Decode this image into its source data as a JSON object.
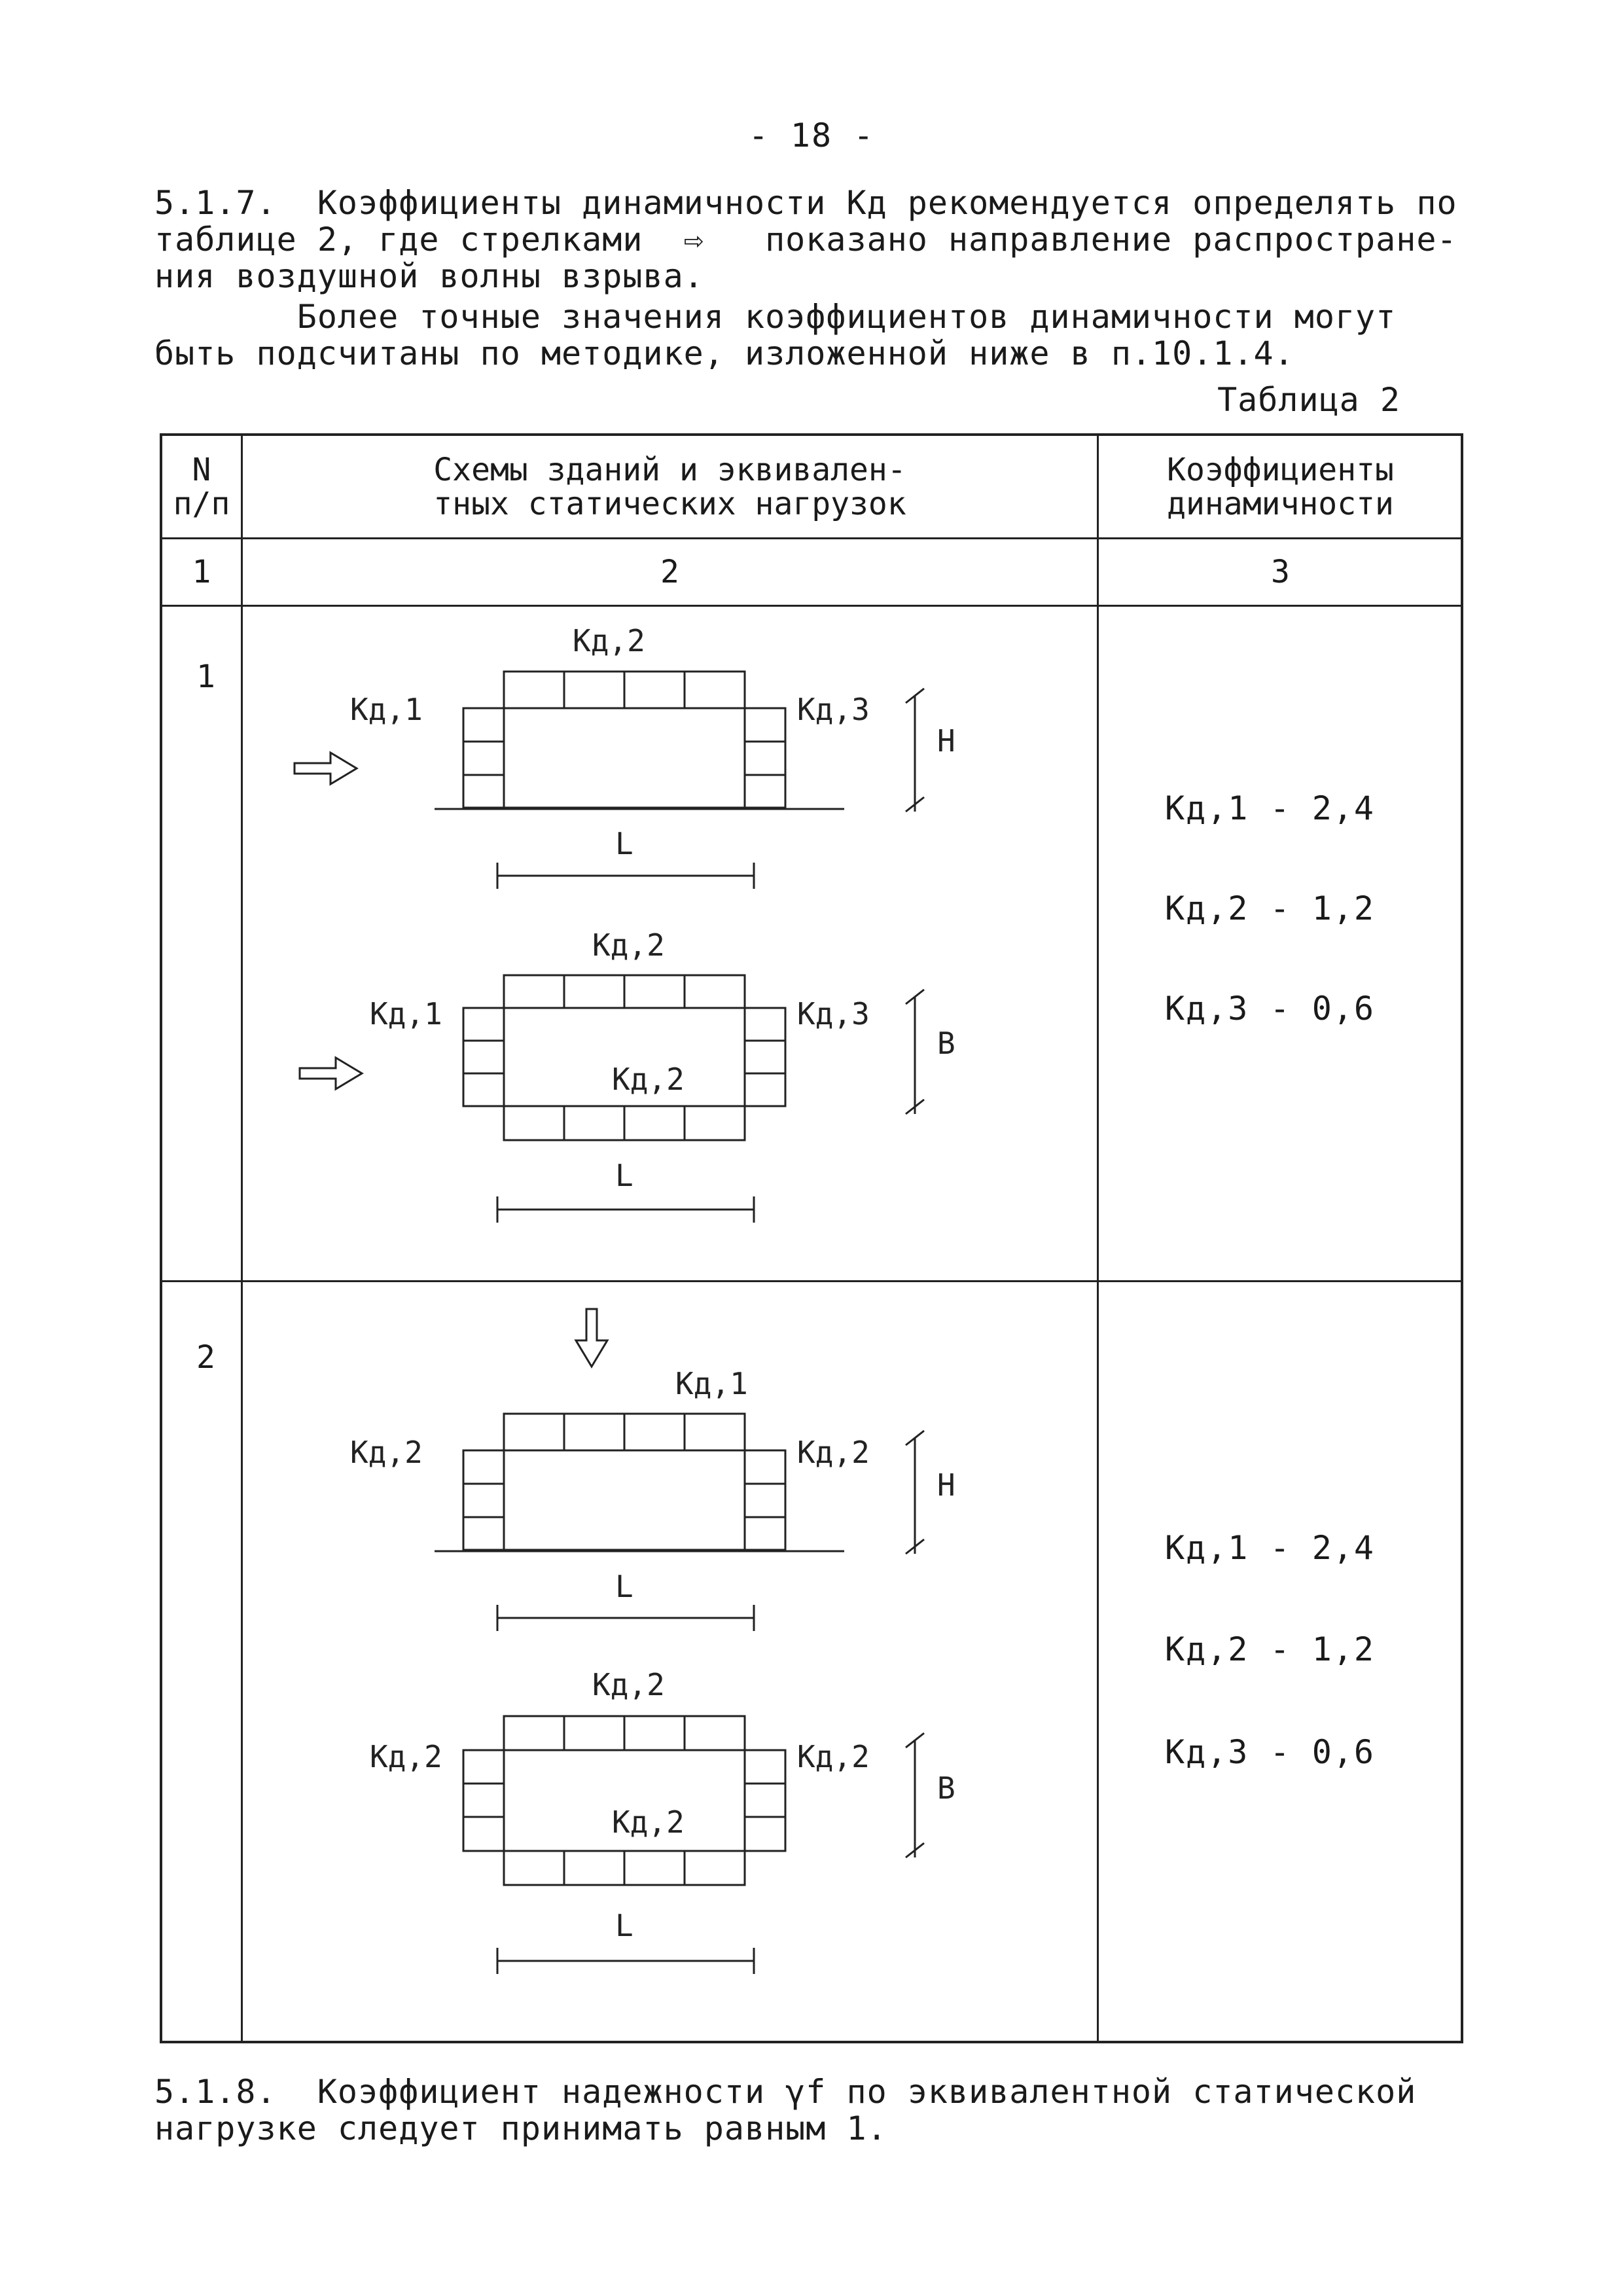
{
  "page_number": "- 18 -",
  "paragraphs": {
    "p517": "5.1.7.  Коэффициенты динамичности Кд рекомендуется определять по\nтаблице 2, где стрелками  ⇨   показано направление распростране-\nния воздушной волны взрыва.",
    "p517b": "       Более точные значения коэффициентов динамичности могут\nбыть подсчитаны по методике, изложенной ниже в п.10.1.4.",
    "p518": "5.1.8.  Коэффициент надежности γf по эквивалентной статической\nнагрузке следует принимать равным 1."
  },
  "table": {
    "title": "Таблица 2",
    "headers": {
      "col1": [
        "N",
        "п/п"
      ],
      "col2": [
        "Схемы зданий и эквивален-",
        "тных статических нагрузок"
      ],
      "col3": [
        "Коэффициенты",
        "динамичности"
      ]
    },
    "col_numbers": [
      "1",
      "2",
      "3"
    ],
    "rows": [
      {
        "num": "1",
        "coefficients": [
          "Кд,1 - 2,4",
          "Кд,2 - 1,2",
          "Кд,3 - 0,6"
        ],
        "diagram_labels": {
          "top1": "Кд,2",
          "left1": "Кд,1",
          "right1": "Кд,3",
          "dim_v1": "H",
          "dim_h1": "L",
          "top2": "Кд,2",
          "left2": "Кд,1",
          "right2": "Кд,3",
          "center2": "Кд,2",
          "dim_v2": "B",
          "dim_h2": "L"
        }
      },
      {
        "num": "2",
        "coefficients": [
          "Кд,1 - 2,4",
          "Кд,2 - 1,2",
          "Кд,3 - 0,6"
        ],
        "diagram_labels": {
          "top1": "Кд,1",
          "left1": "Кд,2",
          "right1": "Кд,2",
          "dim_v1": "H",
          "dim_h1": "L",
          "top2": "Кд,2",
          "left2": "Кд,2",
          "right2": "Кд,2",
          "center2": "Кд,2",
          "dim_v2": "B",
          "dim_h2": "L"
        }
      }
    ]
  }
}
